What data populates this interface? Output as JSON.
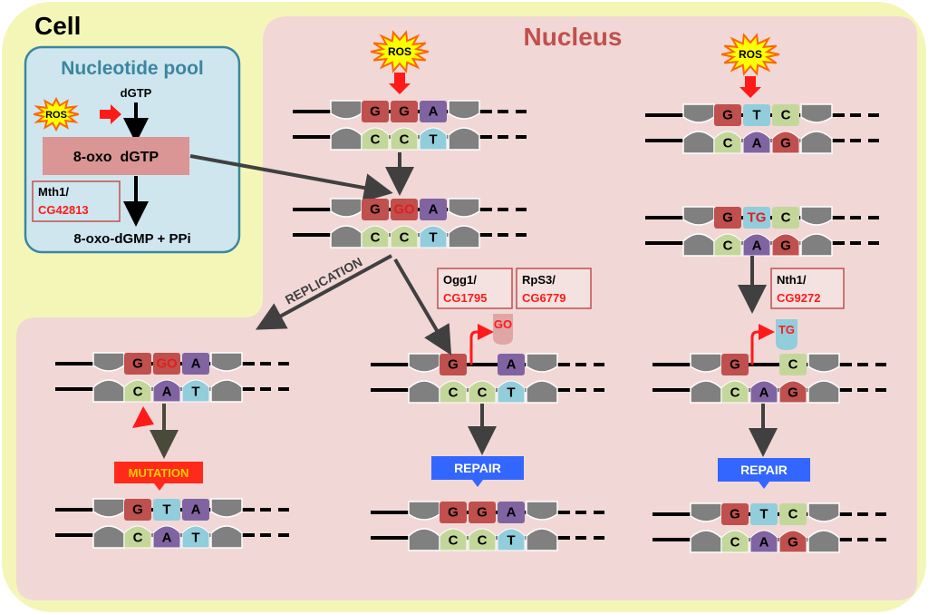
{
  "cell_label": "Cell",
  "nucleus_label": "Nucleus",
  "nucleotide_pool": {
    "title": "Nucleotide pool",
    "dgtp": "dGTP",
    "ros": "ROS",
    "oxo_dgtp": "8-oxo  dGTP",
    "enzyme_name": "Mth1/",
    "enzyme_gene": "CG42813",
    "product": "8-oxo-dGMP + PPi"
  },
  "ros_label": "ROS",
  "replication_label": "REPLICATION",
  "mutation_label": "MUTATION",
  "repair_label": "REPAIR",
  "enzymes": {
    "ogg1_name": "Ogg1/",
    "ogg1_gene": "CG1795",
    "rps3_name": "RpS3/",
    "rps3_gene": "CG6779",
    "nth1_name": "Nth1/",
    "nth1_gene": "CG9272"
  },
  "released": {
    "go": "GO",
    "tg": "TG"
  },
  "dna": [
    {
      "id": "ros-target",
      "top": [
        "G",
        "G",
        "A"
      ],
      "bottom": [
        "C",
        "C",
        "T"
      ]
    },
    {
      "id": "oxidized",
      "top": [
        "G",
        "GO",
        "A"
      ],
      "bottom": [
        "C",
        "C",
        "T"
      ]
    },
    {
      "id": "mispaired",
      "top": [
        "G",
        "GO",
        "A"
      ],
      "bottom": [
        "C",
        "A",
        "T"
      ]
    },
    {
      "id": "mutant",
      "top": [
        "G",
        "T",
        "A"
      ],
      "bottom": [
        "C",
        "A",
        "T"
      ]
    },
    {
      "id": "abasic-go",
      "top": [
        "G",
        "",
        "A"
      ],
      "bottom": [
        "C",
        "C",
        "T"
      ]
    },
    {
      "id": "repaired-go",
      "top": [
        "G",
        "G",
        "A"
      ],
      "bottom": [
        "C",
        "C",
        "T"
      ]
    },
    {
      "id": "ros-target-2",
      "top": [
        "G",
        "T",
        "C"
      ],
      "bottom": [
        "C",
        "A",
        "G"
      ]
    },
    {
      "id": "thymine-glycol",
      "top": [
        "G",
        "TG",
        "C"
      ],
      "bottom": [
        "C",
        "A",
        "G"
      ]
    },
    {
      "id": "abasic-tg",
      "top": [
        "G",
        "",
        "C"
      ],
      "bottom": [
        "C",
        "A",
        "G"
      ]
    },
    {
      "id": "repaired-tg",
      "top": [
        "G",
        "T",
        "C"
      ],
      "bottom": [
        "C",
        "A",
        "G"
      ]
    }
  ],
  "colors": {
    "cell_bg": "#f4f6b8",
    "nucleus_bg": "#f1d8d6",
    "pool_bg": "#cfe6ef",
    "pool_border": "#3b86a0",
    "base_G": "#c0504d",
    "base_C": "#c4d79b",
    "base_A": "#8064a2",
    "base_T": "#92cddc",
    "cap": "#808080",
    "lesion_text": "#e02020",
    "repair_box": "#3366ff",
    "mutation_box": "#ff2a1a",
    "arrow_red": "#ff1a1a",
    "arrow_gray": "#404040"
  }
}
